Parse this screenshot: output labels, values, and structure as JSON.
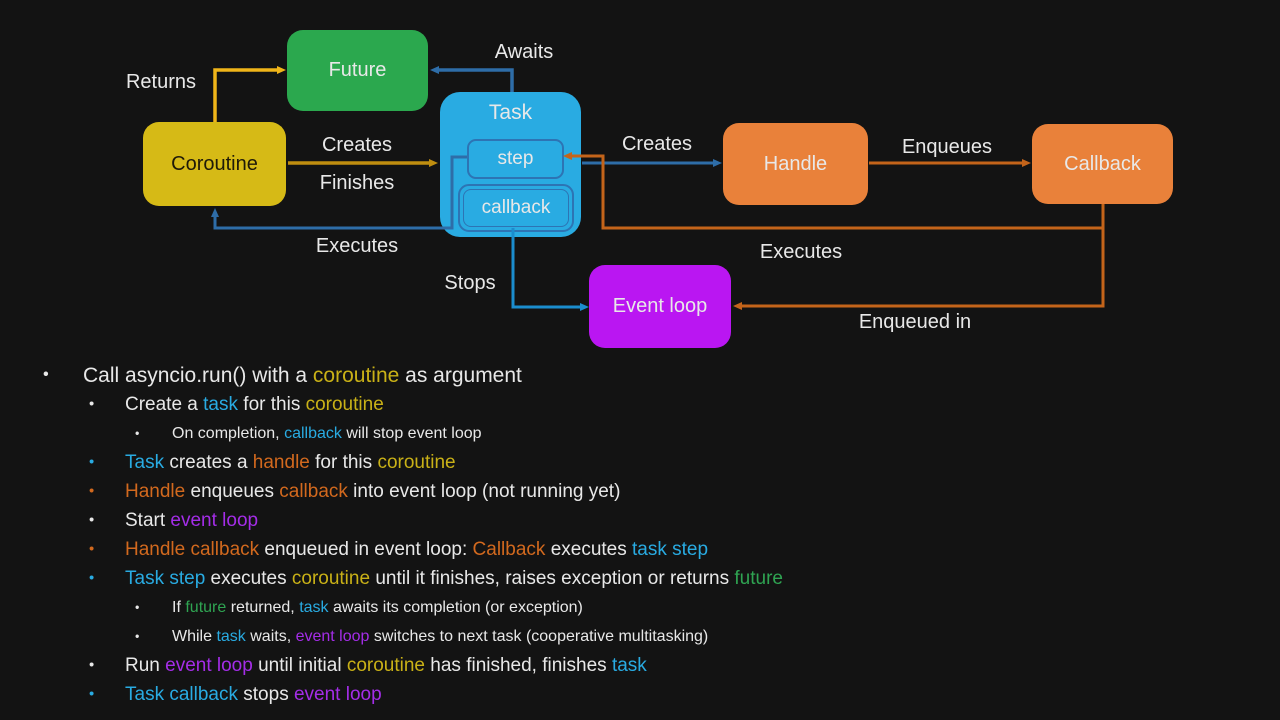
{
  "palette": {
    "background": "#131313",
    "text": "#e8e8e8",
    "blue": "#29abe2",
    "orange": "#d2691e",
    "yellow": "#c9b117",
    "purple": "#a42de8",
    "green": "#2fa452",
    "box_future": "#2ba84e",
    "box_coroutine": "#d6ba16",
    "box_task": "#29abe2",
    "box_handle": "#e9813a",
    "box_event_loop": "#ba16f2",
    "coroutine_text": "#1f1a08",
    "steel": "#2e6da8",
    "stops_blue": "#1b8dce",
    "gold": "#bf8e10",
    "bright_yellow": "#f0b519",
    "dark_orange": "#c4641a",
    "inner_border": "#2d74b4"
  },
  "diagram": {
    "boxes": {
      "future": {
        "label": "Future"
      },
      "coroutine": {
        "label": "Coroutine"
      },
      "task": {
        "label": "Task",
        "step_label": "step",
        "callback_label": "callback"
      },
      "handle": {
        "label": "Handle"
      },
      "callback": {
        "label": "Callback"
      },
      "event_loop": {
        "label": "Event loop"
      }
    },
    "labels": {
      "returns": "Returns",
      "awaits": "Awaits",
      "creates_left": "Creates",
      "finishes": "Finishes",
      "creates_right": "Creates",
      "enqueues": "Enqueues",
      "executes_left": "Executes",
      "stops": "Stops",
      "executes_right": "Executes",
      "enqueued_in": "Enqueued in"
    }
  },
  "bullets": [
    {
      "level": 1,
      "bullet": "white",
      "segments": [
        [
          "Call asyncio.run() with a ",
          "white"
        ],
        [
          "coroutine",
          "yellow"
        ],
        [
          " as argument",
          "white"
        ]
      ]
    },
    {
      "level": 2,
      "bullet": "white",
      "segments": [
        [
          "Create a ",
          "white"
        ],
        [
          "task",
          "blue"
        ],
        [
          " for this ",
          "white"
        ],
        [
          "coroutine",
          "yellow"
        ]
      ]
    },
    {
      "level": 3,
      "bullet": "white",
      "segments": [
        [
          "On completion, ",
          "white"
        ],
        [
          "callback",
          "blue"
        ],
        [
          " will stop event loop",
          "white"
        ]
      ]
    },
    {
      "level": 2,
      "bullet": "blue",
      "segments": [
        [
          "Task",
          "blue"
        ],
        [
          " creates a ",
          "white"
        ],
        [
          "handle",
          "orange"
        ],
        [
          " for this ",
          "white"
        ],
        [
          "coroutine",
          "yellow"
        ]
      ]
    },
    {
      "level": 2,
      "bullet": "orange",
      "segments": [
        [
          "Handle",
          "orange"
        ],
        [
          " enqueues ",
          "white"
        ],
        [
          "callback",
          "orange"
        ],
        [
          " into event loop (not running yet)",
          "white"
        ]
      ]
    },
    {
      "level": 2,
      "bullet": "white",
      "segments": [
        [
          "Start ",
          "white"
        ],
        [
          "event loop",
          "purple"
        ]
      ]
    },
    {
      "level": 2,
      "bullet": "orange",
      "segments": [
        [
          "Handle callback",
          "orange"
        ],
        [
          " enqueued in event loop: ",
          "white"
        ],
        [
          "Callback",
          "orange"
        ],
        [
          " executes ",
          "white"
        ],
        [
          "task step",
          "blue"
        ]
      ]
    },
    {
      "level": 2,
      "bullet": "blue",
      "segments": [
        [
          "Task step",
          "blue"
        ],
        [
          " executes ",
          "white"
        ],
        [
          "coroutine",
          "yellow"
        ],
        [
          " until it finishes, raises exception or returns ",
          "white"
        ],
        [
          "future",
          "green"
        ]
      ]
    },
    {
      "level": 3,
      "bullet": "white",
      "segments": [
        [
          "If ",
          "white"
        ],
        [
          "future",
          "green"
        ],
        [
          " returned, ",
          "white"
        ],
        [
          "task",
          "blue"
        ],
        [
          " awaits its completion (or exception)",
          "white"
        ]
      ]
    },
    {
      "level": 3,
      "bullet": "white",
      "segments": [
        [
          "While ",
          "white"
        ],
        [
          "task",
          "blue"
        ],
        [
          " waits, ",
          "white"
        ],
        [
          "event loop",
          "purple"
        ],
        [
          " switches to next task (cooperative multitasking)",
          "white"
        ]
      ]
    },
    {
      "level": 2,
      "bullet": "white",
      "segments": [
        [
          "Run ",
          "white"
        ],
        [
          "event loop",
          "purple"
        ],
        [
          " until initial ",
          "white"
        ],
        [
          "coroutine",
          "yellow"
        ],
        [
          " has finished, finishes ",
          "white"
        ],
        [
          "task",
          "blue"
        ]
      ]
    },
    {
      "level": 2,
      "bullet": "blue",
      "segments": [
        [
          "Task callback",
          "blue"
        ],
        [
          " stops ",
          "white"
        ],
        [
          "event loop",
          "purple"
        ]
      ]
    }
  ]
}
